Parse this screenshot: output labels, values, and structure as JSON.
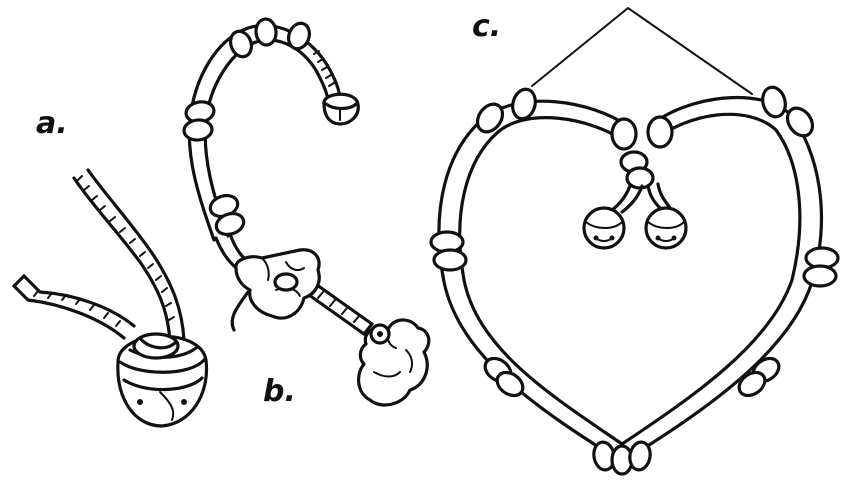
{
  "figure": {
    "labels": {
      "a": "a.",
      "b": "b.",
      "c": "c."
    },
    "colors": {
      "ink": "#111111",
      "paper": "#ffffff"
    },
    "icons": [
      "jingle-bell-icon",
      "hand-icon",
      "bead-icon",
      "pipe-cleaner-icon"
    ]
  }
}
